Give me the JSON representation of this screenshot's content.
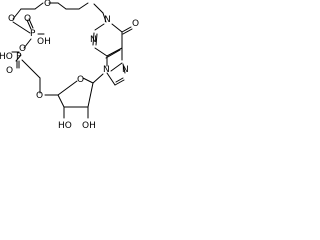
{
  "diagram": {
    "kind": "chemical-structure",
    "atom_labels": {
      "o_top_left": "O",
      "o_top_mid": "O",
      "p_upper": "P",
      "o_dbl_upper": "O",
      "oh_upper": "OH",
      "o_bridge": "O",
      "p_lower": "P",
      "ho_lower": "HO",
      "o_dbl_lower": "O",
      "o_lower_link": "O",
      "n1": "N",
      "o_carbonyl": "O",
      "n3": "N",
      "n9": "N",
      "n7": "N",
      "o_ring": "O",
      "oh_sugar_left": "HO",
      "oh_sugar_right": "OH"
    }
  }
}
